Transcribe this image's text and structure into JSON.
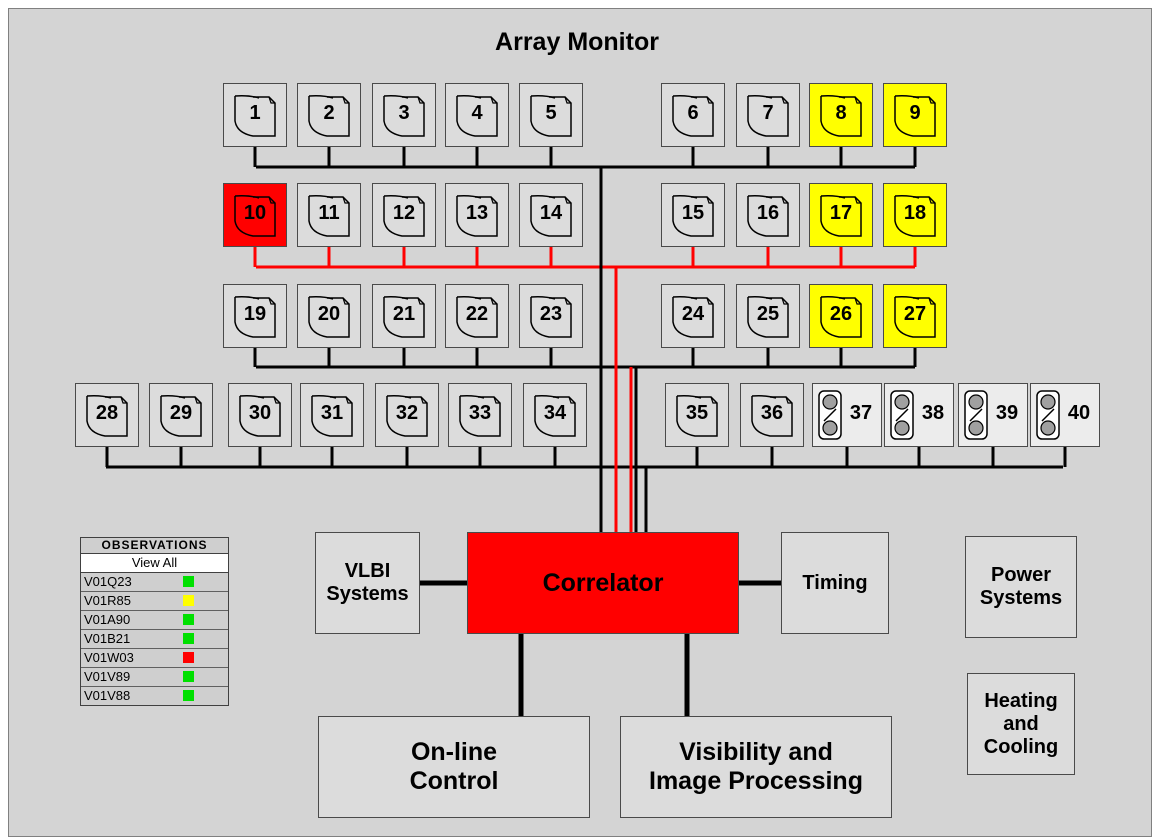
{
  "title": "Array Monitor",
  "colors": {
    "normal": "#dcdcdc",
    "warning": "#ffff00",
    "alarm": "#ff0000",
    "ok": "#00e000",
    "bus": "#000000",
    "alarm_bus": "#ff0000"
  },
  "antennas": [
    {
      "n": "1",
      "type": "dish",
      "status": "normal"
    },
    {
      "n": "2",
      "type": "dish",
      "status": "normal"
    },
    {
      "n": "3",
      "type": "dish",
      "status": "normal"
    },
    {
      "n": "4",
      "type": "dish",
      "status": "normal"
    },
    {
      "n": "5",
      "type": "dish",
      "status": "normal"
    },
    {
      "n": "6",
      "type": "dish",
      "status": "normal"
    },
    {
      "n": "7",
      "type": "dish",
      "status": "normal"
    },
    {
      "n": "8",
      "type": "dish",
      "status": "warning"
    },
    {
      "n": "9",
      "type": "dish",
      "status": "warning"
    },
    {
      "n": "10",
      "type": "dish",
      "status": "alarm"
    },
    {
      "n": "11",
      "type": "dish",
      "status": "normal"
    },
    {
      "n": "12",
      "type": "dish",
      "status": "normal"
    },
    {
      "n": "13",
      "type": "dish",
      "status": "normal"
    },
    {
      "n": "14",
      "type": "dish",
      "status": "normal"
    },
    {
      "n": "15",
      "type": "dish",
      "status": "normal"
    },
    {
      "n": "16",
      "type": "dish",
      "status": "normal"
    },
    {
      "n": "17",
      "type": "dish",
      "status": "warning"
    },
    {
      "n": "18",
      "type": "dish",
      "status": "warning"
    },
    {
      "n": "19",
      "type": "dish",
      "status": "normal"
    },
    {
      "n": "20",
      "type": "dish",
      "status": "normal"
    },
    {
      "n": "21",
      "type": "dish",
      "status": "normal"
    },
    {
      "n": "22",
      "type": "dish",
      "status": "normal"
    },
    {
      "n": "23",
      "type": "dish",
      "status": "normal"
    },
    {
      "n": "24",
      "type": "dish",
      "status": "normal"
    },
    {
      "n": "25",
      "type": "dish",
      "status": "normal"
    },
    {
      "n": "26",
      "type": "dish",
      "status": "warning"
    },
    {
      "n": "27",
      "type": "dish",
      "status": "warning"
    },
    {
      "n": "28",
      "type": "dish",
      "status": "normal"
    },
    {
      "n": "29",
      "type": "dish",
      "status": "normal"
    },
    {
      "n": "30",
      "type": "dish",
      "status": "normal"
    },
    {
      "n": "31",
      "type": "dish",
      "status": "normal"
    },
    {
      "n": "32",
      "type": "dish",
      "status": "normal"
    },
    {
      "n": "33",
      "type": "dish",
      "status": "normal"
    },
    {
      "n": "34",
      "type": "dish",
      "status": "normal"
    },
    {
      "n": "35",
      "type": "dish",
      "status": "normal"
    },
    {
      "n": "36",
      "type": "dish",
      "status": "normal"
    },
    {
      "n": "37",
      "type": "tele",
      "status": "normal"
    },
    {
      "n": "38",
      "type": "tele",
      "status": "normal"
    },
    {
      "n": "39",
      "type": "tele",
      "status": "normal"
    },
    {
      "n": "40",
      "type": "tele",
      "status": "normal"
    }
  ],
  "systems": {
    "vlbi": "VLBI\nSystems",
    "correlator": "Correlator",
    "timing": "Timing",
    "power": "Power\nSystems",
    "heating": "Heating\nand\nCooling",
    "online": "On-line\nControl",
    "visibility": "Visibility and\nImage Processing"
  },
  "observations": {
    "header": "OBSERVATIONS",
    "view_all": "View All",
    "items": [
      {
        "id": "V01Q23",
        "status": "ok"
      },
      {
        "id": "V01R85",
        "status": "warning"
      },
      {
        "id": "V01A90",
        "status": "ok"
      },
      {
        "id": "V01B21",
        "status": "ok"
      },
      {
        "id": "V01W03",
        "status": "alarm"
      },
      {
        "id": "V01V89",
        "status": "ok"
      },
      {
        "id": "V01V88",
        "status": "ok"
      }
    ]
  }
}
